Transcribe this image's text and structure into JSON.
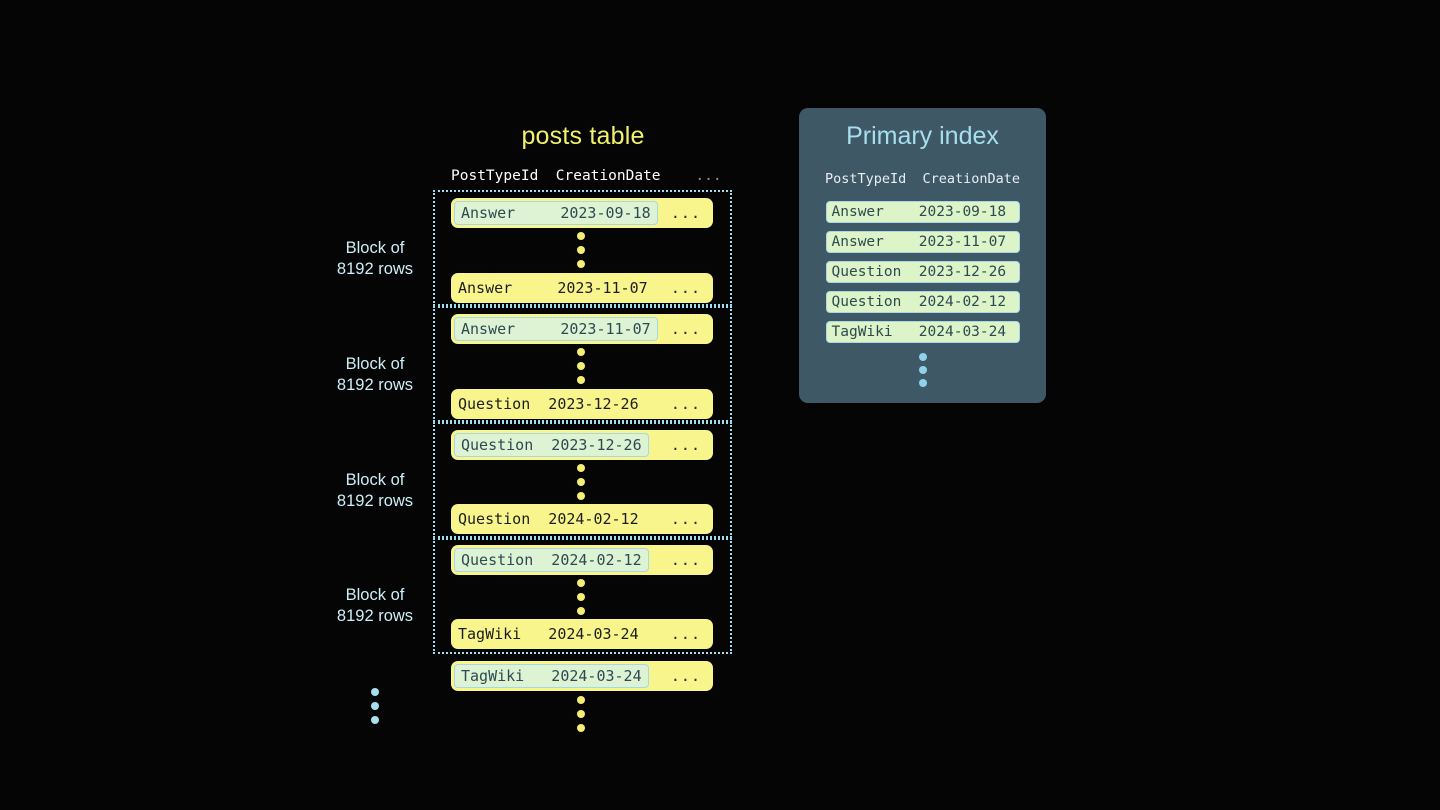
{
  "posts_table": {
    "title": "posts table",
    "columns": [
      "PostTypeId",
      "CreationDate",
      "..."
    ],
    "header_line": "PostTypeId  CreationDate",
    "header_ellipsis": "...",
    "ellipsis_cell": "...",
    "blocks": [
      {
        "label_line1": "Block of",
        "label_line2": "8192 rows",
        "first_row": {
          "post_type": "Answer",
          "creation_date": "2023-09-18",
          "text": "Answer     2023-09-18",
          "highlighted": true
        },
        "last_row": {
          "post_type": "Answer",
          "creation_date": "2023-11-07",
          "text": "Answer     2023-11-07",
          "highlighted": false
        }
      },
      {
        "label_line1": "Block of",
        "label_line2": "8192 rows",
        "first_row": {
          "post_type": "Answer",
          "creation_date": "2023-11-07",
          "text": "Answer     2023-11-07",
          "highlighted": true
        },
        "last_row": {
          "post_type": "Question",
          "creation_date": "2023-12-26",
          "text": "Question  2023-12-26",
          "highlighted": false
        }
      },
      {
        "label_line1": "Block of",
        "label_line2": "8192 rows",
        "first_row": {
          "post_type": "Question",
          "creation_date": "2023-12-26",
          "text": "Question  2023-12-26",
          "highlighted": true
        },
        "last_row": {
          "post_type": "Question",
          "creation_date": "2024-02-12",
          "text": "Question  2024-02-12",
          "highlighted": false
        }
      },
      {
        "label_line1": "Block of",
        "label_line2": "8192 rows",
        "first_row": {
          "post_type": "Question",
          "creation_date": "2024-02-12",
          "text": "Question  2024-02-12",
          "highlighted": true
        },
        "last_row": {
          "post_type": "TagWiki",
          "creation_date": "2024-03-24",
          "text": "TagWiki   2024-03-24",
          "highlighted": false
        }
      }
    ],
    "trailing_row": {
      "post_type": "TagWiki",
      "creation_date": "2024-03-24",
      "text": "TagWiki   2024-03-24",
      "highlighted": true
    }
  },
  "primary_index": {
    "title": "Primary index",
    "columns": [
      "PostTypeId",
      "CreationDate"
    ],
    "header_line": "PostTypeId  CreationDate",
    "rows": [
      {
        "post_type": "Answer",
        "creation_date": "2023-09-18",
        "text": "Answer    2023-09-18"
      },
      {
        "post_type": "Answer",
        "creation_date": "2023-11-07",
        "text": "Answer    2023-11-07"
      },
      {
        "post_type": "Question",
        "creation_date": "2023-12-26",
        "text": "Question  2023-12-26"
      },
      {
        "post_type": "Question",
        "creation_date": "2024-02-12",
        "text": "Question  2024-02-12"
      },
      {
        "post_type": "TagWiki",
        "creation_date": "2024-03-24",
        "text": "TagWiki   2024-03-24"
      }
    ]
  },
  "colors": {
    "background": "#050505",
    "row_yellow": "#f7f58c",
    "highlight_mint": "#ddf3d4",
    "highlight_border": "#a8d8e8",
    "panel_slate": "#3f5866",
    "accent_cyan": "#a8dff0",
    "title_yellow": "#f2f26a",
    "index_chip": "#ddf3c8"
  }
}
